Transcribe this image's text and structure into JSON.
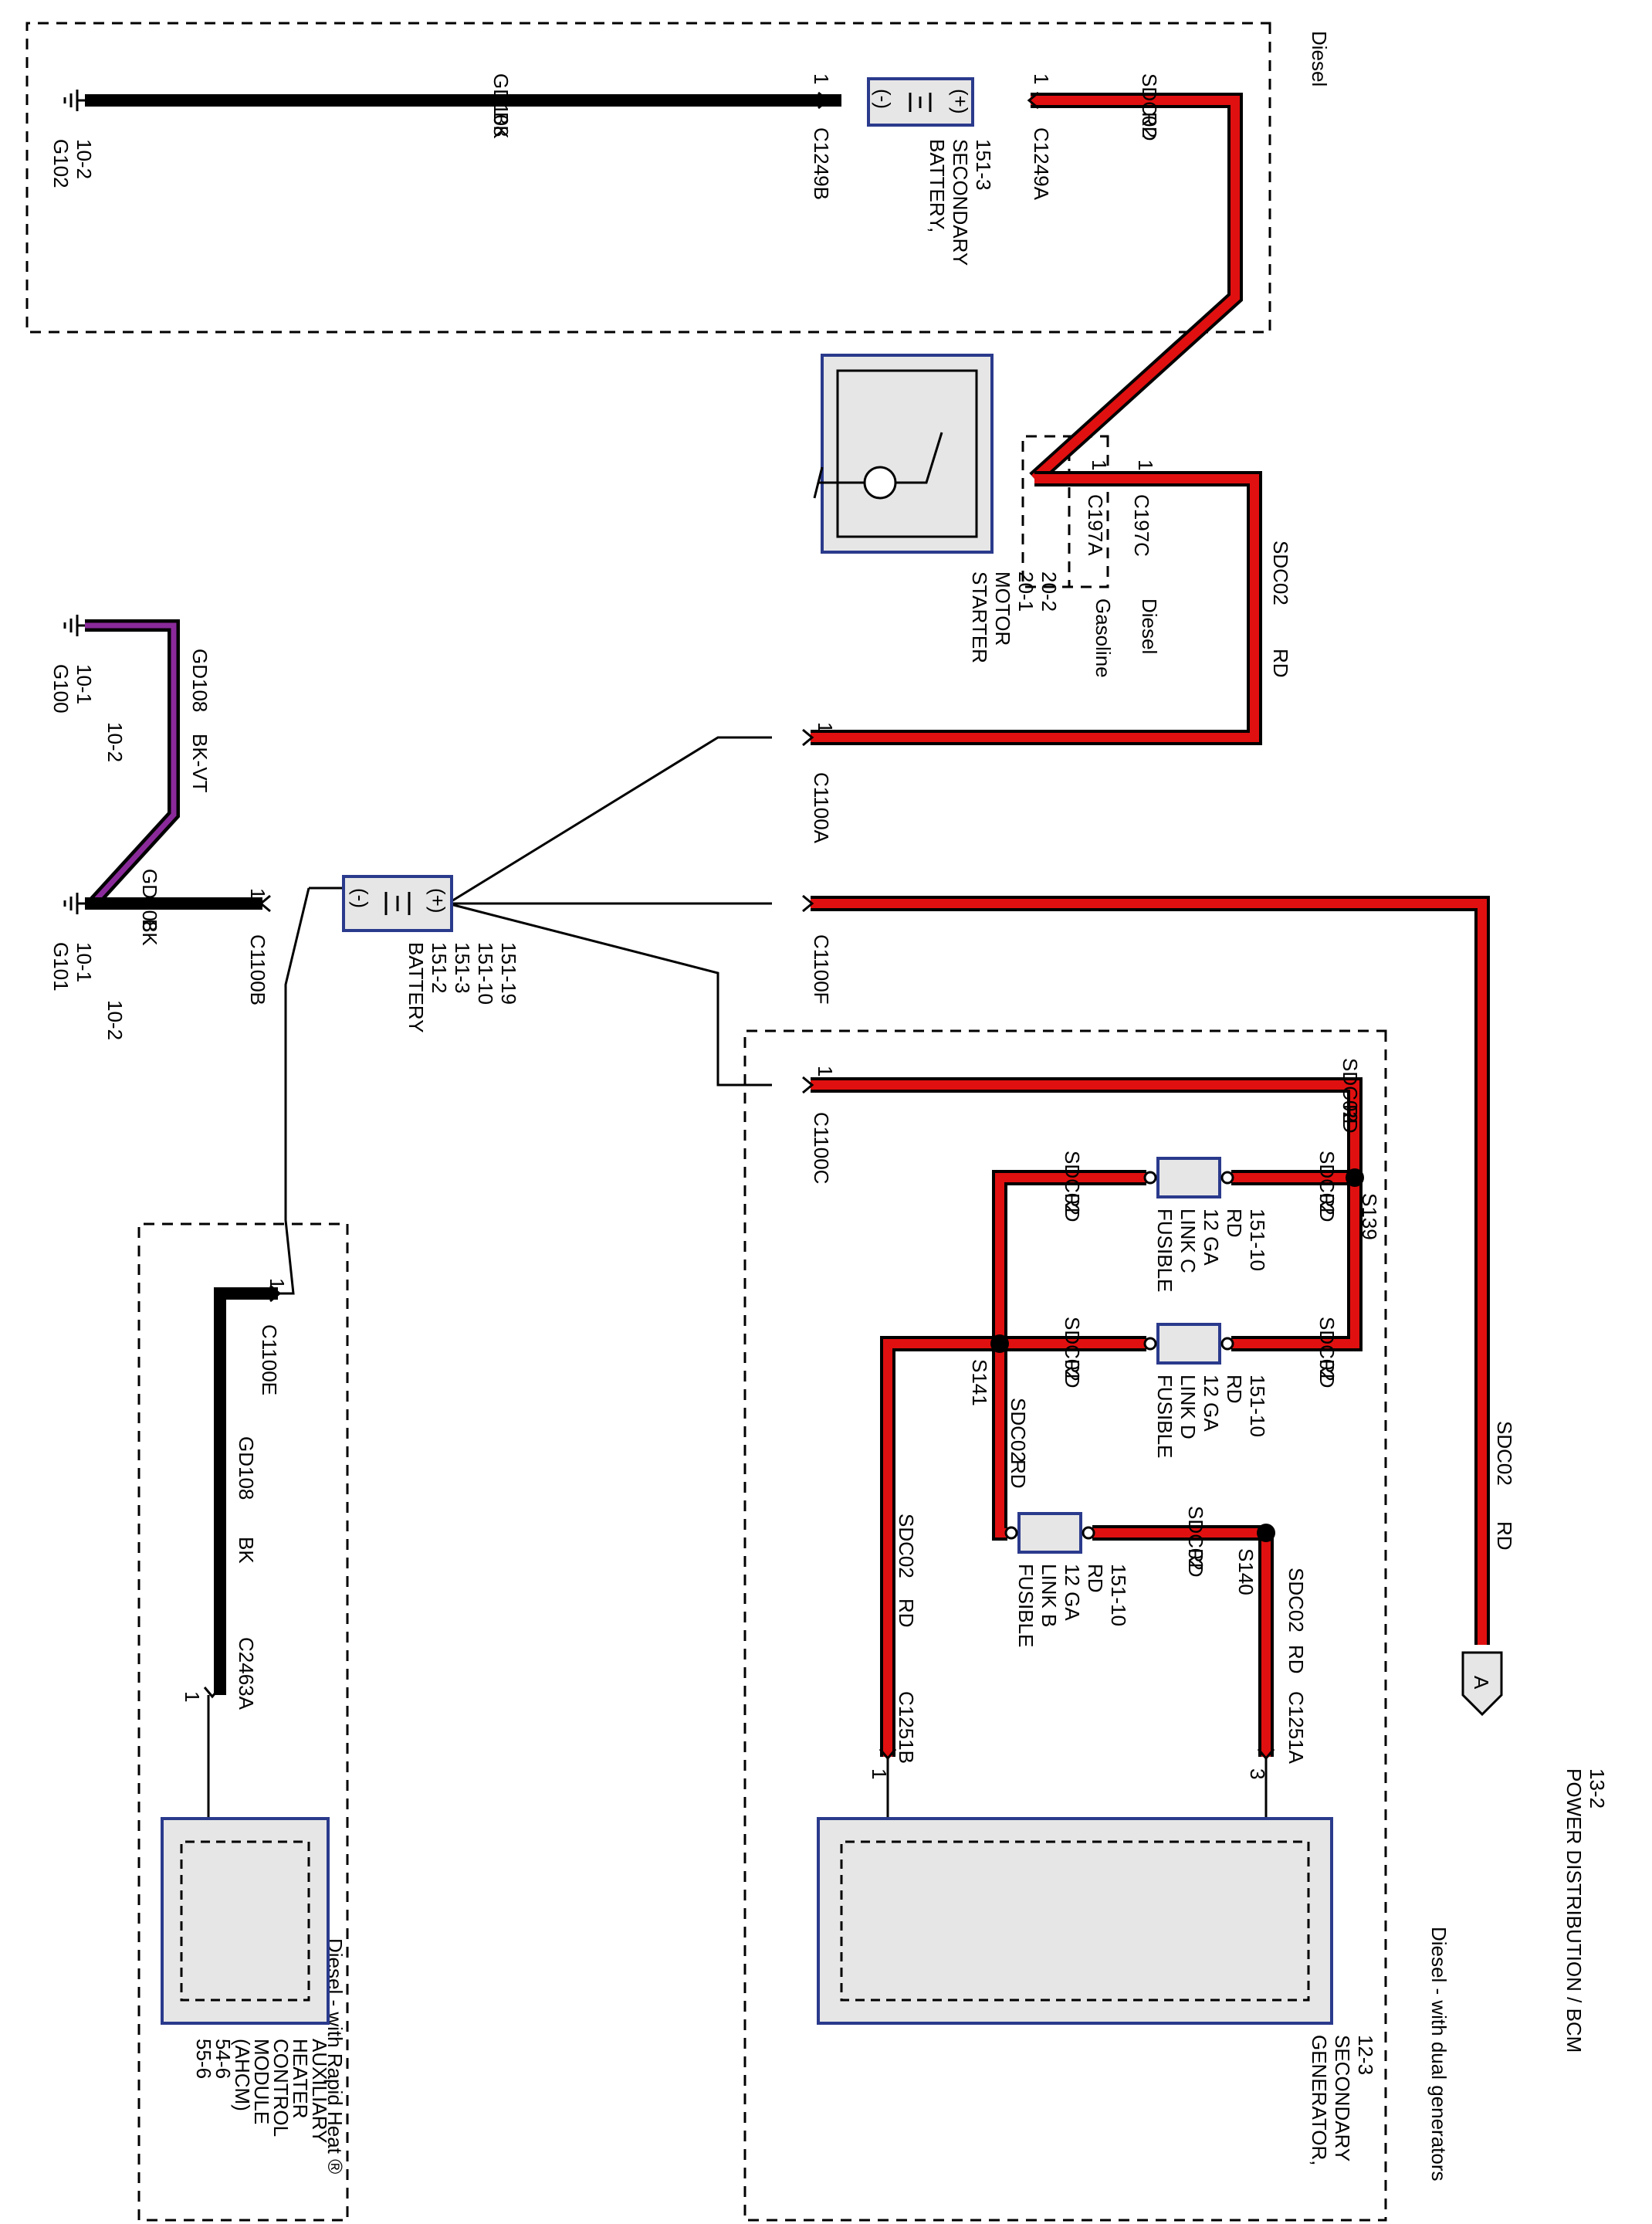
{
  "labels": {
    "box_diesel": "Diesel",
    "box_dual_generators": "Diesel - with dual generators",
    "box_rapid_heat": "Diesel - with Rapid Heat ®",
    "conn_c197c_note": "Diesel",
    "conn_c197a_note": "Gasoline"
  },
  "wires": {
    "gd108": "GD108",
    "sdc02": "SDC02",
    "bk": "BK",
    "rd": "RD",
    "bk_vt": "BK-VT"
  },
  "pins": {
    "p1": "1",
    "p3": "3"
  },
  "connectors": {
    "c1249b": "C1249B",
    "c1249a": "C1249A",
    "c197a": "C197A",
    "c197c": "C197C",
    "c1100a": "C1100A",
    "c1100b": "C1100B",
    "c1100c": "C1100C",
    "c1100e": "C1100E",
    "c1100f": "C1100F",
    "c2463a": "C2463A",
    "c1251a": "C1251A",
    "c1251b": "C1251B"
  },
  "splices": {
    "s139": "S139",
    "s140": "S140",
    "s141": "S141"
  },
  "grounds": {
    "g102": [
      "G102",
      "10-2"
    ],
    "g100": [
      "G100",
      "10-1",
      "10-2"
    ],
    "g101": [
      "G101",
      "10-1",
      "10-2"
    ]
  },
  "components": {
    "battery_secondary": [
      "BATTERY,",
      "SECONDARY",
      "151-3"
    ],
    "starter_motor": [
      "STARTER",
      "MOTOR",
      "20-1",
      "20-2"
    ],
    "battery": [
      "BATTERY",
      "151-2",
      "151-3",
      "151-10",
      "151-19"
    ],
    "fusible_link_c": [
      "FUSIBLE",
      "LINK C",
      "12 GA",
      "RD",
      "151-10"
    ],
    "fusible_link_d": [
      "FUSIBLE",
      "LINK D",
      "12 GA",
      "RD",
      "151-10"
    ],
    "fusible_link_b": [
      "FUSIBLE",
      "LINK B",
      "12 GA",
      "RD",
      "151-10"
    ],
    "generator_secondary": [
      "GENERATOR,",
      "SECONDARY",
      "12-3"
    ],
    "ahcm": [
      "AUXILIARY",
      "HEATER",
      "CONTROL",
      "MODULE",
      "(AHCM)",
      "54-6",
      "55-6"
    ],
    "power_distribution": [
      "POWER DISTRIBUTION / BCM",
      "13-2"
    ],
    "offpage_connector": "A"
  },
  "symbols": {
    "battery_neg": "(-)",
    "battery_pos": "(+)"
  }
}
